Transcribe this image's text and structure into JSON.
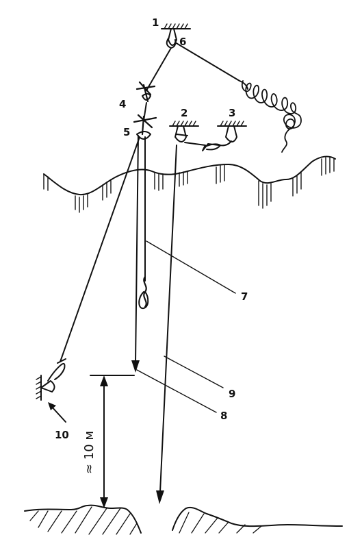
{
  "labels": {
    "l1": "1",
    "l2": "2",
    "l3": "3",
    "l4": "4",
    "l5": "5",
    "l6": "6",
    "l7": "7",
    "l8": "8",
    "l9": "9",
    "l10": "10",
    "height": "≈ 10 м"
  },
  "colors": {
    "ink": "#111111",
    "background": "#ffffff"
  }
}
